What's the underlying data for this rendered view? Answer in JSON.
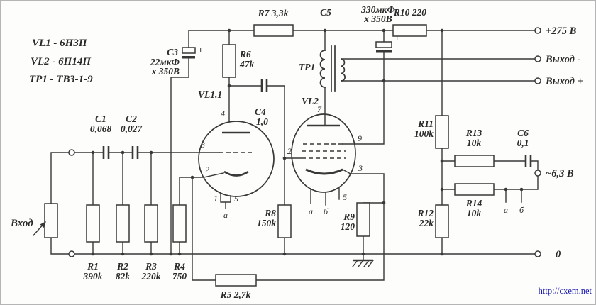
{
  "colors": {
    "ink": "#383838",
    "background": "#fdfdfc",
    "link": "#1b1bb0"
  },
  "notes": {
    "line1": "VL1 - 6Н3П",
    "line2": "VL2 - 6П14П",
    "line3": "ТР1 - ТВЗ-1-9"
  },
  "tubes": {
    "vl11": {
      "label": "VL1.1",
      "pin_anode": "4",
      "pin_grid": "3",
      "pin_cathode": "2",
      "pin_h1": "1",
      "pin_h2": "5",
      "pin_heater": "а"
    },
    "vl2": {
      "label": "VL2",
      "pin_anode": "7",
      "pin_g1": "2",
      "pin_g2": "9",
      "pin_cathode": "3",
      "pin_h": "5",
      "pin_ha": "а",
      "pin_hb": "б"
    }
  },
  "transformer": {
    "label": "ТР1"
  },
  "resistors": {
    "r1": {
      "name": "R1",
      "value": "390k"
    },
    "r2": {
      "name": "R2",
      "value": "82k"
    },
    "r3": {
      "name": "R3",
      "value": "220k"
    },
    "r4": {
      "name": "R4",
      "value": "750"
    },
    "r5": {
      "label": "R5 2,7k"
    },
    "r6": {
      "name": "R6",
      "value": "47k"
    },
    "r7": {
      "label": "R7 3,3k"
    },
    "r8": {
      "name": "R8",
      "value": "150k"
    },
    "r9": {
      "name": "R9",
      "value": "120"
    },
    "r10": {
      "label": "R10 220"
    },
    "r11": {
      "name": "R11",
      "value": "100k"
    },
    "r12": {
      "name": "R12",
      "value": "22k"
    },
    "r13": {
      "name": "R13",
      "value": "10k"
    },
    "r14": {
      "name": "R14",
      "value": "10k"
    }
  },
  "capacitors": {
    "c1": {
      "name": "C1",
      "value": "0,068"
    },
    "c2": {
      "name": "C2",
      "value": "0,027"
    },
    "c3": {
      "name": "C3",
      "value": "22мкФ",
      "value2": "х 350В",
      "polarity": "+"
    },
    "c4": {
      "name": "C4",
      "value": "1,0"
    },
    "c5": {
      "name": "C5",
      "value": "330мкФ",
      "value2": "х 350В",
      "polarity": "+"
    },
    "c6": {
      "name": "C6",
      "value": "0,1"
    }
  },
  "heater_points": {
    "a": "а",
    "b": "б"
  },
  "terminals": {
    "supply": "+275 В",
    "out_minus": "Выход -",
    "out_plus": "Выход +",
    "heater": "~6,3 В",
    "zero": "0",
    "input": "Вход"
  },
  "footer": {
    "link": "http://cxem.net"
  }
}
